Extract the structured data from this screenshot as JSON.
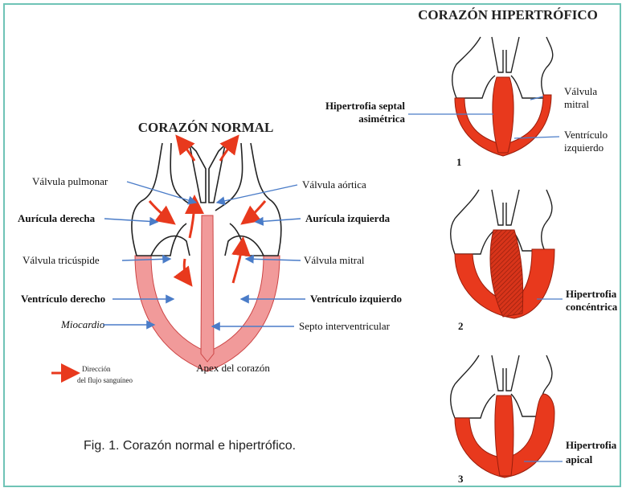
{
  "colors": {
    "border": "#6fc3b6",
    "myocardium": "#f19a9a",
    "hypertrophy": "#e8391d",
    "pointer": "#4a7cc8",
    "flow_arrow": "#e8391d"
  },
  "normal_heart": {
    "title": "CORAZÓN NORMAL",
    "labels": {
      "pulmonary_valve": "Válvula pulmonar",
      "right_atrium": "Aurícula derecha",
      "tricuspid_valve": "Válvula tricúspide",
      "right_ventricle": "Ventrículo derecho",
      "myocardium": "Miocardio",
      "aortic_valve": "Válvula aórtica",
      "left_atrium": "Aurícula izquierda",
      "mitral_valve": "Válvula mitral",
      "left_ventricle": "Ventrículo izquierdo",
      "septum": "Septo interventricular",
      "apex": "Apex del corazón"
    },
    "legend": {
      "line1": "Dirección",
      "line2": "del flujo sanguíneo"
    }
  },
  "hypertrophic_heart": {
    "title": "CORAZÓN HIPERTRÓFICO",
    "panels": [
      {
        "number": "1",
        "left_label_line1": "Hipertrofia septal",
        "left_label_line2": "asimétrica",
        "right_label_1_line1": "Válvula",
        "right_label_1_line2": "mitral",
        "right_label_2_line1": "Ventrículo",
        "right_label_2_line2": "izquierdo"
      },
      {
        "number": "2",
        "right_label_line1": "Hipertrofia",
        "right_label_line2": "concéntrica"
      },
      {
        "number": "3",
        "right_label_line1": "Hipertrofia",
        "right_label_line2": "apical"
      }
    ]
  },
  "caption": "Fig. 1. Corazón normal e hipertrófico."
}
